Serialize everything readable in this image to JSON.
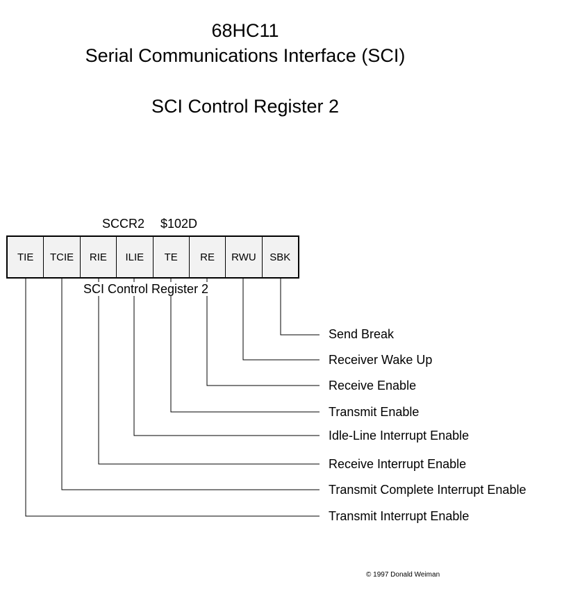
{
  "title": {
    "chip": "68HC11",
    "subsystem": "Serial Communications Interface (SCI)",
    "register_full": "SCI Control Register 2"
  },
  "register": {
    "name": "SCCR2",
    "address": "$102D",
    "caption": "SCI Control Register 2",
    "bits": [
      {
        "label": "TIE",
        "description": "Transmit Interrupt Enable"
      },
      {
        "label": "TCIE",
        "description": "Transmit Complete Interrupt Enable"
      },
      {
        "label": "RIE",
        "description": "Receive Interrupt Enable"
      },
      {
        "label": "ILIE",
        "description": "Idle-Line Interrupt Enable"
      },
      {
        "label": "TE",
        "description": "Transmit Enable"
      },
      {
        "label": "RE",
        "description": "Receive Enable"
      },
      {
        "label": "RWU",
        "description": "Receiver Wake Up"
      },
      {
        "label": "SBK",
        "description": "Send Break"
      }
    ]
  },
  "copyright": "© 1997 Donald Weiman"
}
